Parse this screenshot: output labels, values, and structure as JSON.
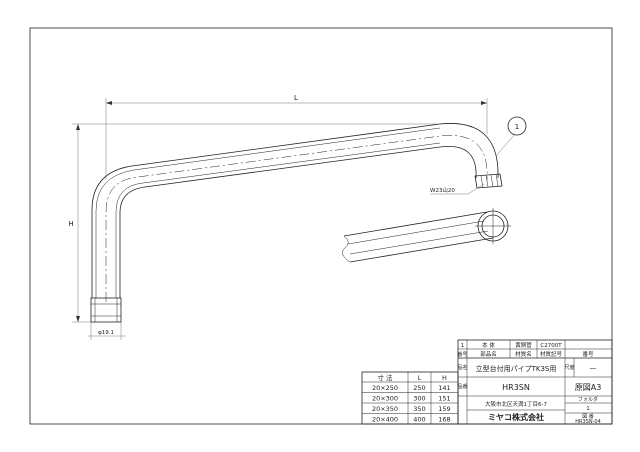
{
  "drawing": {
    "dim_L": "L",
    "dim_H": "H",
    "callout": "1",
    "thread_note": "W23山20",
    "dia_note": "φ19.1"
  },
  "parts_row": {
    "no": "1",
    "name": "本 体",
    "material": "黄銅管",
    "code": "C2700T",
    "remark": ""
  },
  "parts_header": {
    "no": "番号",
    "name": "部品名",
    "material": "材質名",
    "code": "材質記号",
    "remark": "番号"
  },
  "title_block": {
    "name_label": "品名",
    "product_name": "立型台付用パイプTK3S用",
    "scale_label": "尺度",
    "scale_value": "—",
    "code_label": "品番",
    "product_code": "HR3SN",
    "sheet_size": "原図A3",
    "address": "大阪市北区天満1丁目6-7",
    "company": "ミヤコ株式会社",
    "folder_label": "フォルダ",
    "folder_value": "1",
    "drawing_no_label": "図 番",
    "drawing_no": "HR3SN-04"
  },
  "size_table": {
    "headers": [
      "寸 法",
      "L",
      "H"
    ],
    "rows": [
      [
        "20×250",
        "250",
        "141"
      ],
      [
        "20×300",
        "300",
        "151"
      ],
      [
        "20×350",
        "350",
        "159"
      ],
      [
        "20×400",
        "400",
        "168"
      ]
    ]
  }
}
